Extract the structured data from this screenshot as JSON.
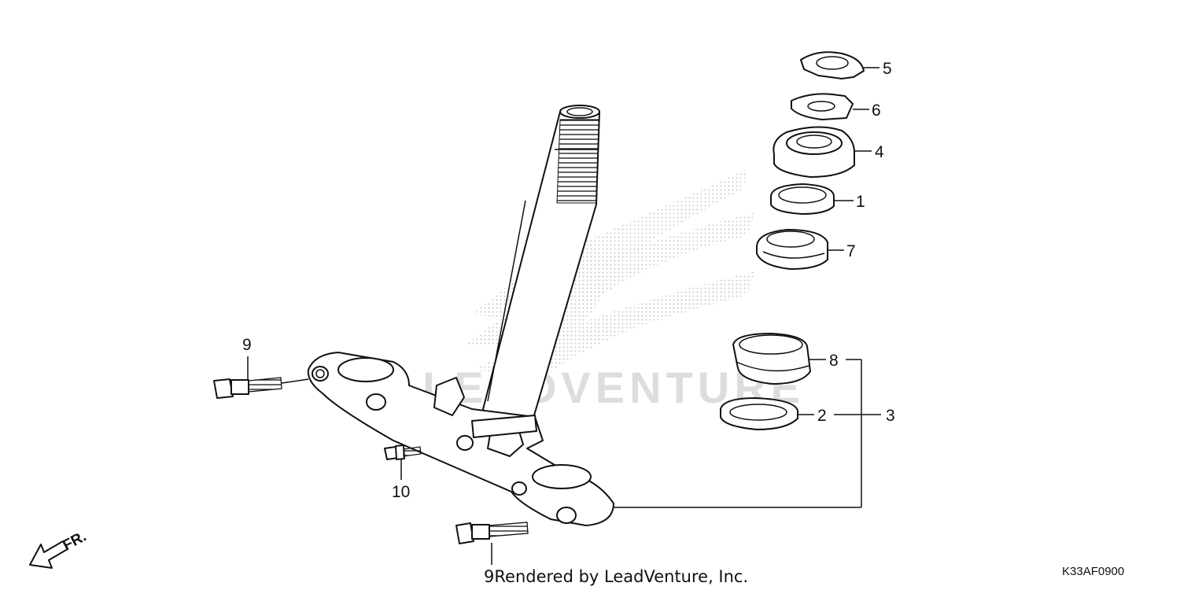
{
  "diagram": {
    "callouts": {
      "c1": "1",
      "c2": "2",
      "c3": "3",
      "c4": "4",
      "c5": "5",
      "c6": "6",
      "c7": "7",
      "c8": "8",
      "c9a": "9",
      "c9b": "9",
      "c10": "10"
    },
    "credit": "Rendered by LeadVenture, Inc.",
    "diagram_code": "K33AF0900",
    "front_indicator": "FR.",
    "watermark": "LEADVENTURE"
  }
}
